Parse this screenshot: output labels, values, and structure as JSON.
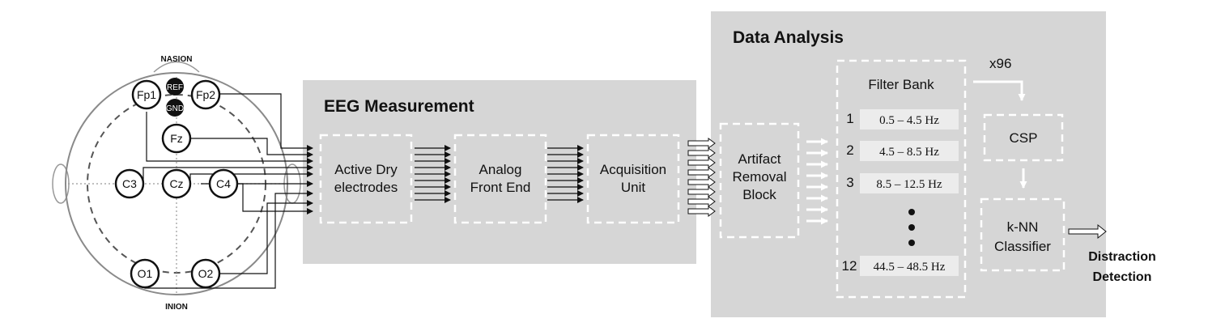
{
  "head": {
    "nasion": "NASION",
    "inion": "INION",
    "electrodes": {
      "fp1": "Fp1",
      "fp2": "Fp2",
      "ref": "REF",
      "gnd": "GND",
      "fz": "Fz",
      "c3": "C3",
      "cz": "Cz",
      "c4": "C4",
      "o1": "O1",
      "o2": "O2"
    }
  },
  "eeg_measurement": {
    "title": "EEG Measurement",
    "active_dry": [
      "Active Dry",
      "electrodes"
    ],
    "analog_front_end": [
      "Analog",
      "Front End"
    ],
    "acquisition_unit": [
      "Acquisition",
      "Unit"
    ]
  },
  "data_analysis": {
    "title": "Data Analysis",
    "artifact_removal": [
      "Artifact",
      "Removal",
      "Block"
    ],
    "filter_bank_title": "Filter Bank",
    "multiplier": "x96",
    "bands": [
      {
        "index": "1",
        "range": "0.5 – 4.5 Hz"
      },
      {
        "index": "2",
        "range": "4.5 – 8.5 Hz"
      },
      {
        "index": "3",
        "range": "8.5 – 12.5 Hz"
      },
      {
        "index": "12",
        "range": "44.5 – 48.5 Hz"
      }
    ],
    "csp": "CSP",
    "knn": [
      "k-NN",
      "Classifier"
    ]
  },
  "output": [
    "Distraction",
    "Detection"
  ]
}
